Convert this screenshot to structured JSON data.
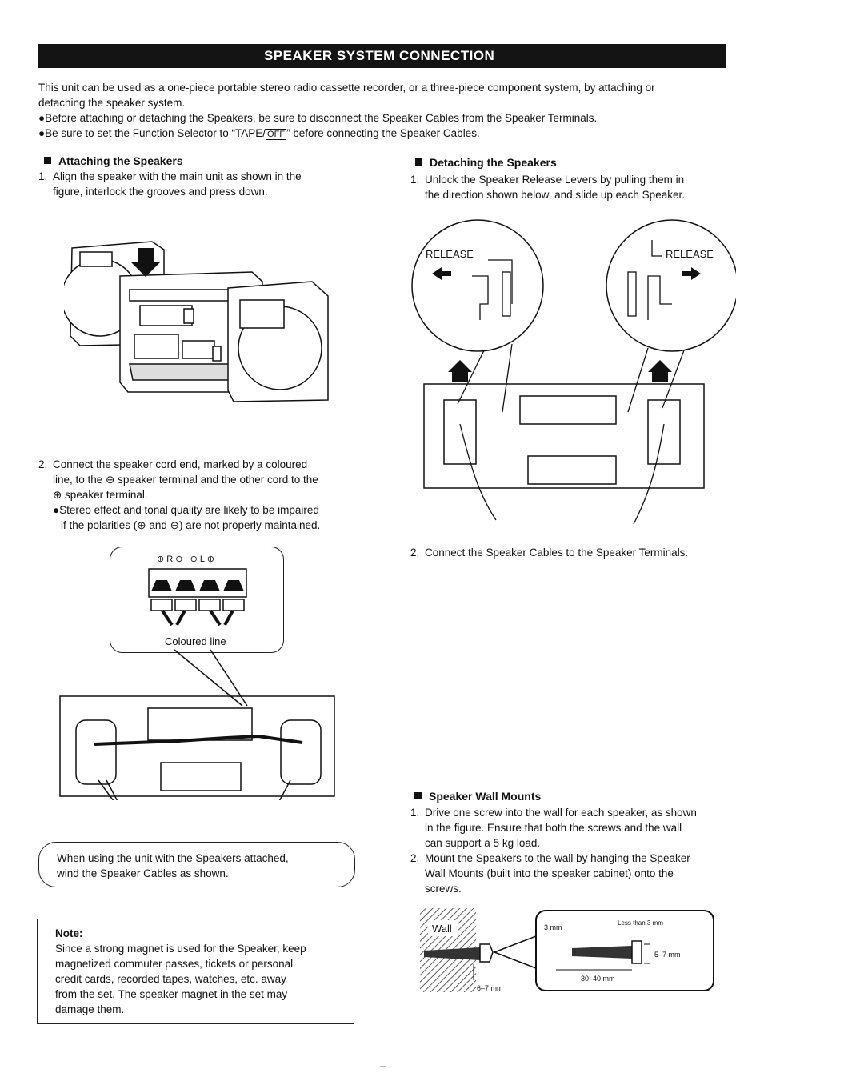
{
  "title": "SPEAKER SYSTEM CONNECTION",
  "intro": {
    "line1": "This unit can be used as a one-piece portable stereo radio cassette recorder, or a three-piece component system, by attaching or",
    "line2": "detaching the speaker system.",
    "bullet1": "●Before attaching or detaching the Speakers, be sure to disconnect the Speaker Cables from the Speaker Terminals.",
    "bullet2_a": "●Be sure to set the Function Selector to “TAPE/",
    "bullet2_off": "OFF",
    "bullet2_b": "” before connecting the Speaker Cables."
  },
  "attaching": {
    "heading": "Attaching the Speakers",
    "step1": {
      "num": "1.",
      "line1": "Align the speaker with the main unit as shown in the",
      "line2": "figure, interlock the grooves and press down."
    },
    "step2": {
      "num": "2.",
      "line1": "Connect the speaker cord end, marked by a coloured",
      "line2": "line, to the ⊖ speaker terminal and the other cord to the",
      "line3": "⊕ speaker terminal.",
      "bullet_line1": "●Stereo effect and tonal quality are likely to be impaired",
      "bullet_line2": "if the polarities (⊕ and ⊖) are not properly maintained."
    },
    "terminal_labels": "⊕ R ⊖   ⊖ L ⊕",
    "coloured_line": "Coloured line",
    "cable_note_line1": "When using the unit with the Speakers attached,",
    "cable_note_line2": "wind the Speaker Cables as shown."
  },
  "detaching": {
    "heading": "Detaching the Speakers",
    "step1": {
      "num": "1.",
      "line1": "Unlock the Speaker Release Levers by pulling them in",
      "line2": "the direction shown below, and slide up each Speaker."
    },
    "release_left": "RELEASE",
    "release_right": "RELEASE",
    "step2": {
      "num": "2.",
      "text": "Connect the Speaker Cables to the Speaker Terminals."
    }
  },
  "wall_mounts": {
    "heading": "Speaker Wall Mounts",
    "step1": {
      "num": "1.",
      "line1": "Drive one screw into the wall for each speaker, as shown",
      "line2": "in the figure. Ensure that both the screws and the wall",
      "line3": "can support a 5 kg load."
    },
    "step2": {
      "num": "2.",
      "line1": "Mount the Speakers to the wall by hanging the Speaker",
      "line2": "Wall Mounts (built into the speaker cabinet) onto the",
      "line3": "screws."
    },
    "wall_label": "Wall",
    "dim_3mm": "3 mm",
    "dim_less": "Less than 3 mm",
    "dim_5_7": "5–7 mm",
    "dim_30_40": "30–40 mm",
    "dim_6_7": "6–7 mm"
  },
  "note": {
    "heading": "Note:",
    "line1": "Since a strong magnet is used for the Speaker, keep",
    "line2": "magnetized commuter passes, tickets or personal",
    "line3": "credit cards, recorded tapes, watches, etc. away",
    "line4": "from the set. The speaker magnet in the set may",
    "line5": "damage them."
  },
  "page_mark": "–"
}
